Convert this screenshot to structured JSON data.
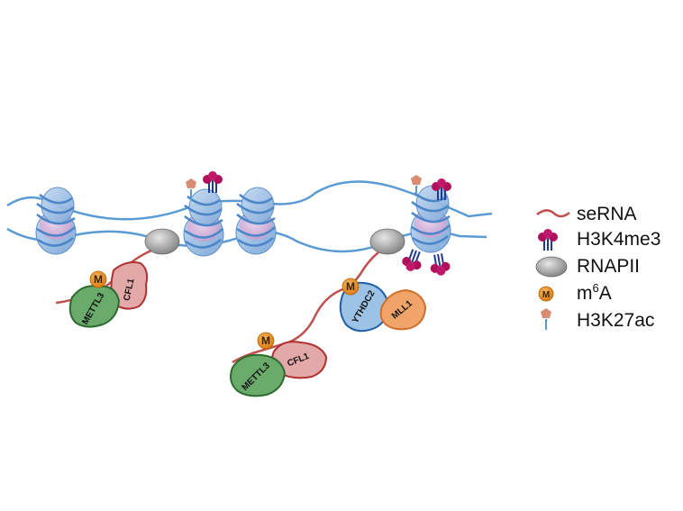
{
  "legend": {
    "serna": "seRNA",
    "h3k4me3": "H3K4me3",
    "rnapii": "RNAPII",
    "m6a_base": "m",
    "m6a_sup": "6",
    "m6a_tail": "A",
    "h3k27ac": "H3K27ac"
  },
  "proteins": {
    "mettl3": "METTL3",
    "cfl1": "CFL1",
    "ythdc2": "YTHDC2",
    "mll1": "MLL1"
  },
  "m_mark": "M",
  "colors": {
    "dna": "#5b9bd5",
    "serna": "#c0504d",
    "h3k4me3": "#b0105a",
    "h3k4me3_stem": "#1f3b8f",
    "rnapii": "#9a9a9a",
    "m6a": "#e8912a",
    "h3k27ac": "#d98c72",
    "mettl3": "#6aaa6a",
    "cfl1": "#e3a9a9",
    "ythdc2": "#9cc3e6",
    "mll1": "#f0a46a"
  }
}
